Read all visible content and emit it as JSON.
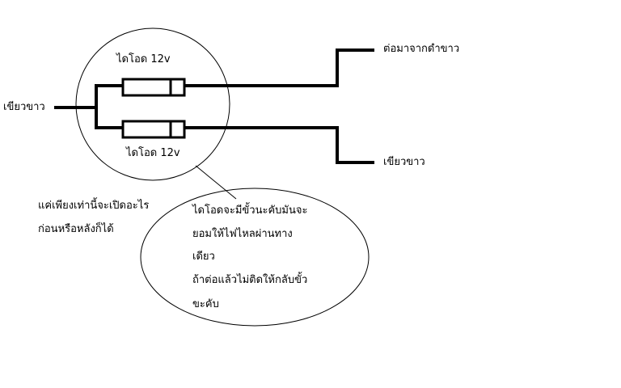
{
  "diagram": {
    "labels": {
      "diode_top": "ไดโอด  12v",
      "diode_bottom": "ไดโอด 12v",
      "left_wire": "เขียวขาว",
      "right_top_wire": "ต่อมาจากดำขาว",
      "right_bottom_wire": "เขียวขาว",
      "side_note_line1": "แค่เพียงเท่านี้จะเปิดอะไร",
      "side_note_line2": "ก่อนหรือหลังก็ได้"
    },
    "callout": {
      "lines": [
        "ไดโอดจะมีขั้วนะคับมันจะ",
        "ยอมให้ไฟไหลผ่านทาง",
        "เดียว",
        "ถ้าต่อแล้วไม่ติดให้กลับขั้ว",
        "ขะคับ"
      ]
    },
    "colors": {
      "line": "#000000",
      "background": "#ffffff"
    }
  }
}
